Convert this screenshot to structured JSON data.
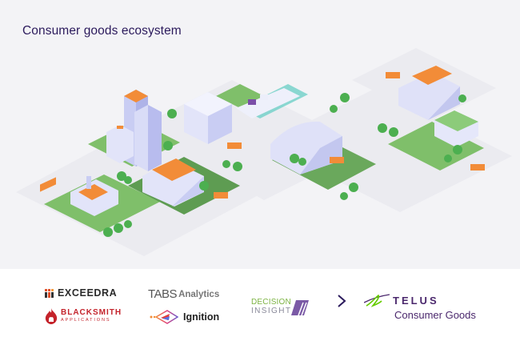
{
  "hero": {
    "title": "Consumer goods ecosystem",
    "background": "#f3f3f6",
    "illustration": {
      "description": "Isometric city illustration of a consumer goods supply chain",
      "elements": [
        "office-towers",
        "factory",
        "warehouse-hangar",
        "cargo-ship",
        "distribution-center",
        "retail-store",
        "trucks",
        "trees",
        "roads",
        "parking-lot"
      ],
      "colors": {
        "building": "#d9dcf7",
        "building_shade": "#b8bcee",
        "roof_accent": "#f28c38",
        "grass": "#7fbf6a",
        "grass_dark": "#5e9c52",
        "road": "#ebebf0",
        "truck_cargo": "#f28c38",
        "container_purple": "#7b4fa8",
        "water": "#6fd0c8",
        "tree": "#4caf50"
      }
    }
  },
  "partners": {
    "exceedra": {
      "label": "EXCEEDRA",
      "accent": "#e0502a"
    },
    "blacksmith": {
      "line1": "BLACKSMITH",
      "line2": "APPLICATIONS",
      "accent": "#c4232b"
    },
    "tabs": {
      "part1": "TABS",
      "part2": "Analytics"
    },
    "ignition": {
      "label": "Ignition"
    },
    "decision_insight": {
      "line1": "DECISION",
      "line2": "INSIGHT",
      "accent_green": "#7cb342",
      "accent_purple": "#7b5aa6"
    }
  },
  "arrow": {
    "icon": "chevron-right-icon",
    "color": "#2b1a5c"
  },
  "telus": {
    "brand": "TELUS",
    "subtitle": "Consumer Goods",
    "color": "#4b286d",
    "accent_green": "#66cc00"
  }
}
